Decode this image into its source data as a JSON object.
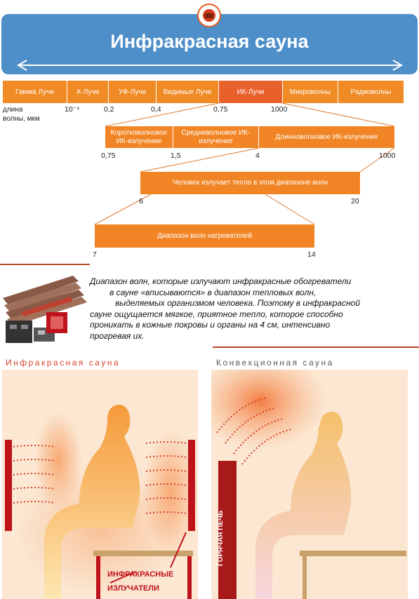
{
  "header": {
    "title": "Инфракрасная сауна"
  },
  "spectrum": {
    "bands": [
      "Гамма Лучи",
      "X-Лучи",
      "УФ-Лучи",
      "Видимые Лучи",
      "ИК-Лучи",
      "Микроволны",
      "Радиоволны"
    ],
    "axis_label_1": "длина",
    "axis_label_2": "волны, мкм",
    "ticks": [
      "10⁻⁵",
      "0,2",
      "0,4",
      "0,75",
      "1000"
    ]
  },
  "ir_subbands": {
    "short": "Коротковолновое ИК-излучение",
    "medium": "Средневолновое ИК-излучение",
    "long": "Длинноволновое ИК-излучение",
    "ticks": [
      "0,75",
      "1,5",
      "4",
      "1000"
    ]
  },
  "human_range": {
    "label": "Человек излучает тепло в этом диапазоне волн",
    "ticks": [
      "6",
      "20"
    ]
  },
  "heater_range": {
    "label": "Диапазон волн нагревателей",
    "ticks": [
      "7",
      "14"
    ]
  },
  "description": [
    "Диапазон волн, которые излучают инфракрасные обогреватели",
    "в сауне «вписываются» в диапазон тепловых волн,",
    "выделяемых организмом человека. Поэтому в инфракрасной",
    "сауне ощущается мягкое, приятное тепло, которое способно",
    "проникать в кожные покровы и органы на 4 см, интенсивно",
    "прогревая их."
  ],
  "left_panel": {
    "title": "Инфракрасная сауна",
    "emitters_label_1": "ИНФРАКРАСНЫЕ",
    "emitters_label_2": "ИЗЛУЧАТЕЛИ"
  },
  "right_panel": {
    "title": "Конвекционная сауна",
    "stove_label": "ГОРЯЧАЯ ПЕЧЬ"
  },
  "colors": {
    "header": "#4f8fc9",
    "band": "#f08a25",
    "band_active": "#e9612a",
    "heater": "#c0121a"
  }
}
